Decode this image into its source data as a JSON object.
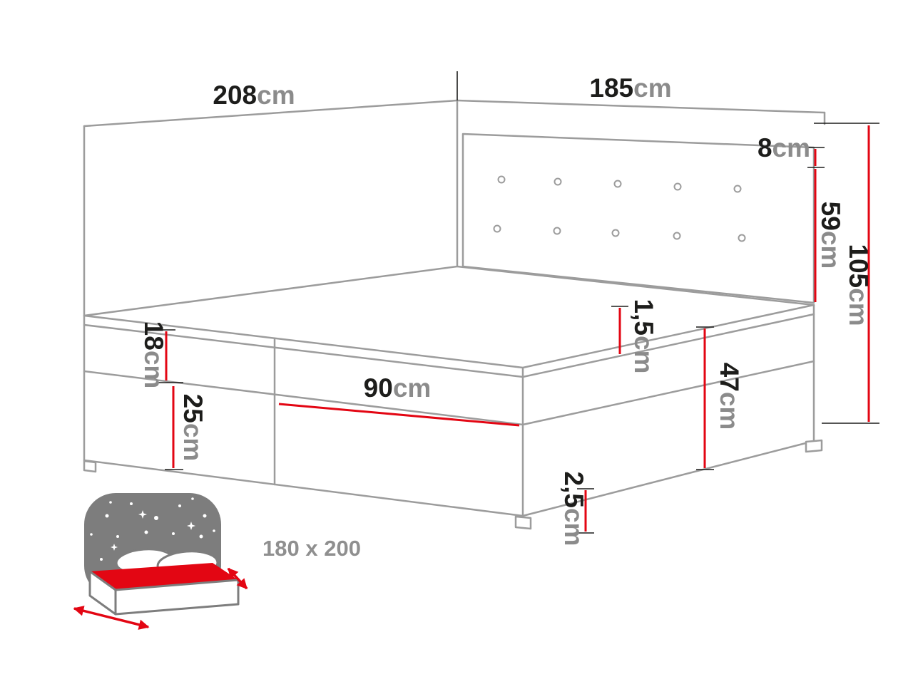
{
  "colors": {
    "outline_gray": "#9c9c9c",
    "dimension_red": "#e30613",
    "number_black": "#1d1d1b",
    "unit_gray": "#8b8b8b",
    "icon_gray": "#7d7d7d",
    "size_label_gray": "#8f8f8f"
  },
  "diagram": {
    "dimensions": {
      "width_total": {
        "value": "208",
        "unit": "cm"
      },
      "depth_total": {
        "value": "185",
        "unit": "cm"
      },
      "headboard_top": {
        "value": "8",
        "unit": "cm"
      },
      "headboard_height": {
        "value": "59",
        "unit": "cm"
      },
      "total_height": {
        "value": "105",
        "unit": "cm"
      },
      "mattress_height": {
        "value": "18",
        "unit": "cm"
      },
      "base_height": {
        "value": "25",
        "unit": "cm"
      },
      "half_width": {
        "value": "90",
        "unit": "cm"
      },
      "topper_height": {
        "value": "1,5",
        "unit": "cm"
      },
      "side_height": {
        "value": "47",
        "unit": "cm"
      },
      "leg_height": {
        "value": "2,5",
        "unit": "cm"
      }
    },
    "size_badge": {
      "icon": "double-bed-night-icon",
      "label": "180 x 200"
    }
  }
}
